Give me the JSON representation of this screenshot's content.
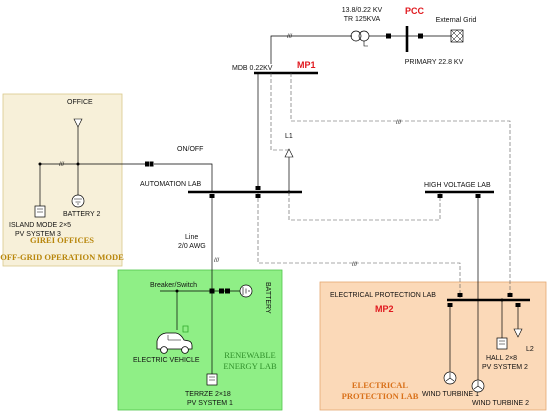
{
  "regions": {
    "offices": {
      "label1": "GIREI OFFICES",
      "label2": "OFF-GRID OPERATION MODE",
      "fill": "#f7f0d9",
      "stroke": "#d9c98a",
      "text_color": "#b8860b"
    },
    "renewable": {
      "label1": "RENEWABLE",
      "label2": "ENERGY LAB",
      "fill": "#8fef86",
      "stroke": "#4fc64a",
      "text_color": "#2f8f2a"
    },
    "protection": {
      "label1": "ELECTRICAL",
      "label2": "PROTECTION LAB",
      "fill": "#fbd9b8",
      "stroke": "#e5a770",
      "text_color": "#d9711a"
    }
  },
  "labels": {
    "pcc": "PCC",
    "transformer_line1": "13.8/0.22 KV",
    "transformer_line2": "TR 125KVA",
    "external_grid": "External Grid",
    "primary": "PRIMARY 22.8 KV",
    "mdb": "MDB 0.22KV",
    "mp1": "MP1",
    "mp2": "MP2",
    "office": "OFFICE",
    "l1": "L1",
    "l2": "L2",
    "on_off": "ON/OFF",
    "automation_lab": "AUTOMATION LAB",
    "high_voltage_lab": "HIGH VOLTAGE LAB",
    "island_line1": "ISLAND MODE 2×5",
    "island_line2": "PV SYSTEM 3",
    "battery2": "BATTERY 2",
    "line_line1": "Line",
    "line_line2": "2/0 AWG",
    "breaker_switch": "Breaker/Switch",
    "battery": "BATTERY",
    "electric_vehicle": "ELECTRIC VEHICLE",
    "terrze_line1": "TERRZE 2×18",
    "terrze_line2": "PV SYSTEM 1",
    "electrical_protection_lab": "ELECTRICAL PROTECTION LAB",
    "wind1": "WIND TURBINE 1",
    "wind2": "WIND TURBINE 2",
    "hall_line1": "HALL 2×8",
    "hall_line2": "PV SYSTEM 2",
    "dash_mark": "///"
  },
  "colors": {
    "accent_red": "#e0181e",
    "line": "#000000",
    "ev_accent": "#2fa82a"
  }
}
